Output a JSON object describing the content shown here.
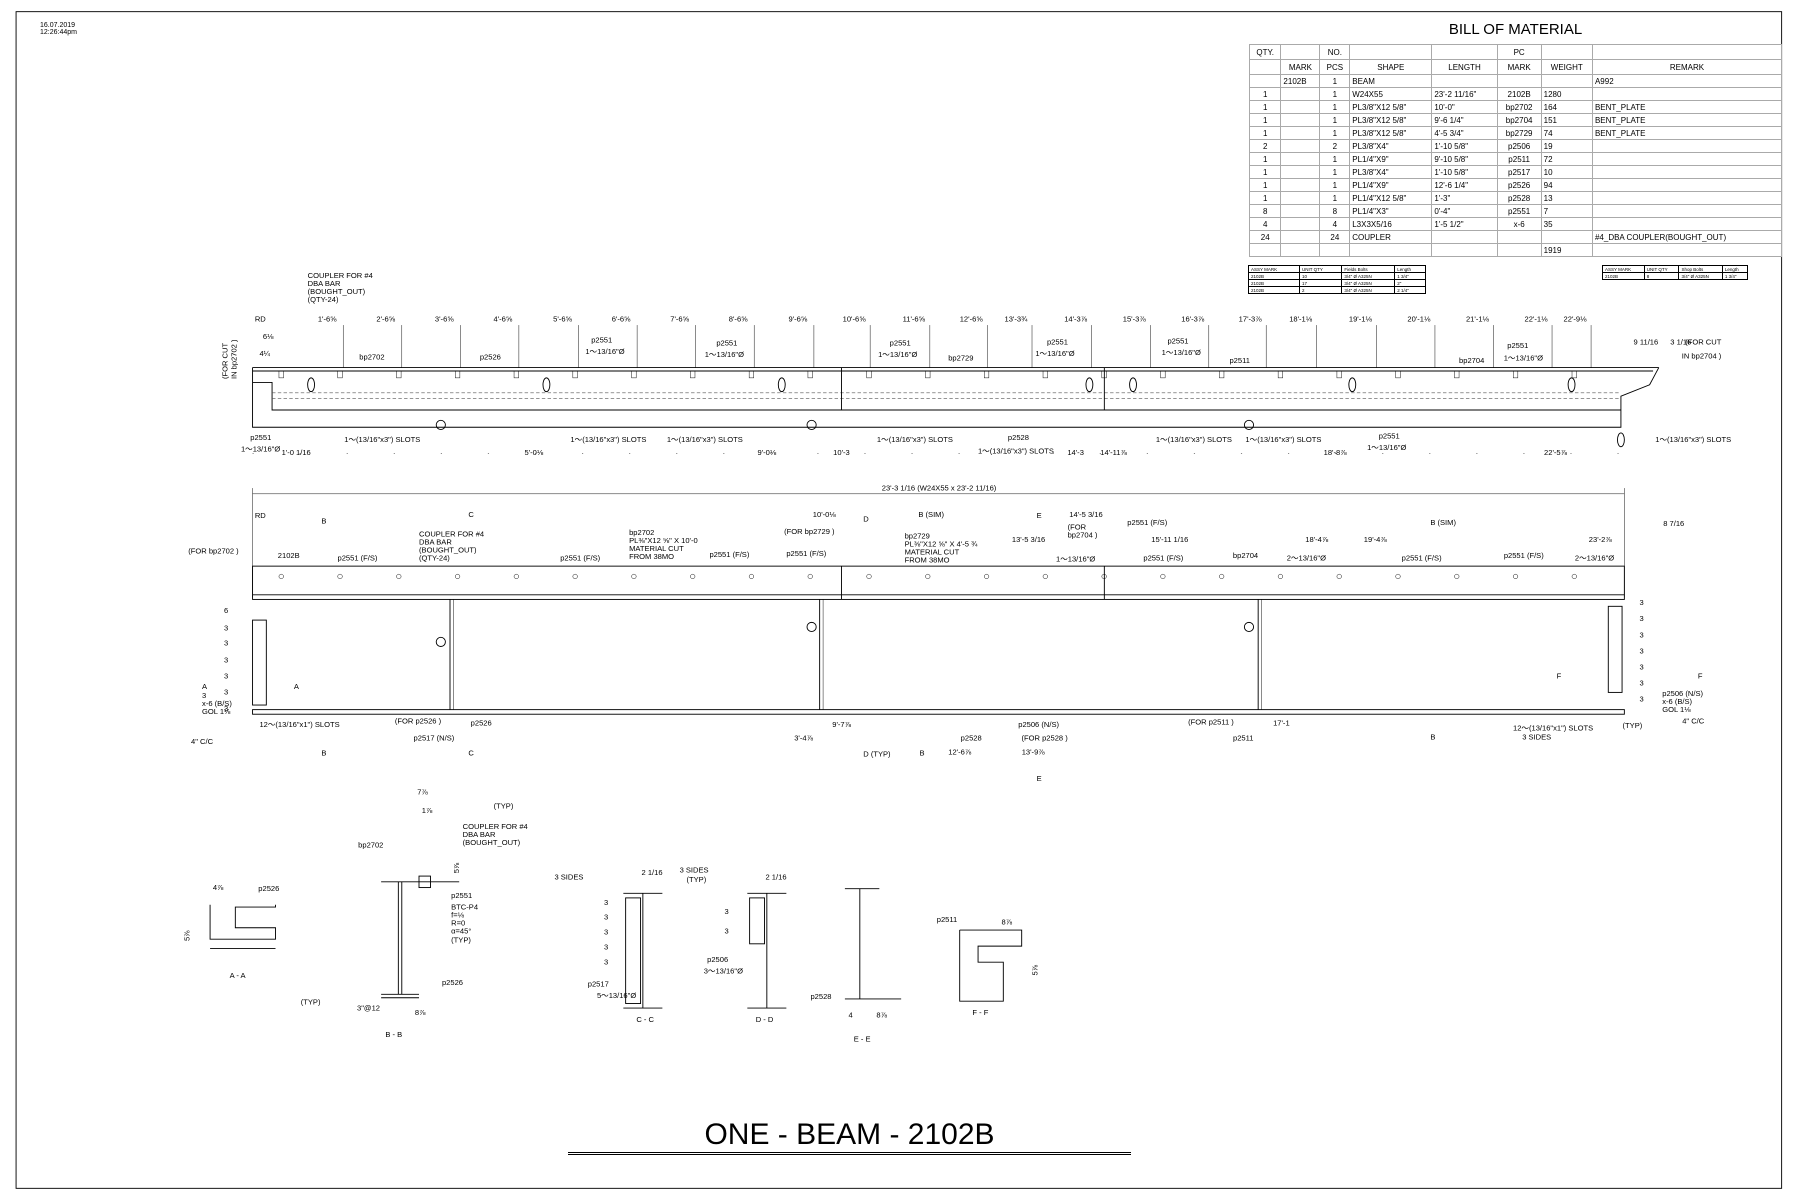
{
  "header": {
    "date": "16.07.2019",
    "time": "12:26:44pm"
  },
  "bom": {
    "title": "BILL OF MATERIAL",
    "headers_top": [
      "QTY.",
      "",
      "NO.",
      "",
      "",
      "PC",
      "",
      ""
    ],
    "headers": [
      "",
      "MARK",
      "PCS",
      "SHAPE",
      "LENGTH",
      "MARK",
      "WEIGHT",
      "REMARK"
    ],
    "rows": [
      [
        "",
        "2102B",
        "1",
        "BEAM",
        "",
        "",
        "",
        "A992"
      ],
      [
        "1",
        "",
        "1",
        "W24X55",
        "23'-2 11/16\"",
        "2102B",
        "1280",
        ""
      ],
      [
        "1",
        "",
        "1",
        "PL3/8\"X12 5/8\"",
        "10'-0\"",
        "bp2702",
        "164",
        "BENT_PLATE"
      ],
      [
        "1",
        "",
        "1",
        "PL3/8\"X12 5/8\"",
        "9'-6 1/4\"",
        "bp2704",
        "151",
        "BENT_PLATE"
      ],
      [
        "1",
        "",
        "1",
        "PL3/8\"X12 5/8\"",
        "4'-5 3/4\"",
        "bp2729",
        "74",
        "BENT_PLATE"
      ],
      [
        "2",
        "",
        "2",
        "PL3/8\"X4\"",
        "1'-10 5/8\"",
        "p2506",
        "19",
        ""
      ],
      [
        "1",
        "",
        "1",
        "PL1/4\"X9\"",
        "9'-10 5/8\"",
        "p2511",
        "72",
        ""
      ],
      [
        "1",
        "",
        "1",
        "PL3/8\"X4\"",
        "1'-10 5/8\"",
        "p2517",
        "10",
        ""
      ],
      [
        "1",
        "",
        "1",
        "PL1/4\"X9\"",
        "12'-6 1/4\"",
        "p2526",
        "94",
        ""
      ],
      [
        "1",
        "",
        "1",
        "PL1/4\"X12 5/8\"",
        "1'-3\"",
        "p2528",
        "13",
        ""
      ],
      [
        "8",
        "",
        "8",
        "PL1/4\"X3\"",
        "0'-4\"",
        "p2551",
        "7",
        ""
      ],
      [
        "4",
        "",
        "4",
        "L3X3X5/16",
        "1'-5 1/2\"",
        "x-6",
        "35",
        ""
      ],
      [
        "24",
        "",
        "24",
        "COUPLER",
        "",
        "",
        "",
        "#4_DBA COUPLER(BOUGHT_OUT)"
      ]
    ],
    "total_weight": "1919"
  },
  "field_bolts": {
    "headers": [
      "ASSY MARK",
      "UNIT QTY",
      "Fields Bolts",
      "Length"
    ],
    "rows": [
      [
        "2102B",
        "10",
        "3/4\"  Ø A325N",
        "1 3/4\""
      ],
      [
        "2102B",
        "17",
        "3/4\"  Ø A325N",
        "2\""
      ],
      [
        "2102B",
        "2",
        "3/4\"  Ø A325N",
        "2 1/4\""
      ]
    ]
  },
  "shop_bolts": {
    "headers": [
      "ASSY MARK",
      "UNIT QTY",
      "Shop Bolts",
      "Length"
    ],
    "rows": [
      [
        "2102B",
        "8",
        "3/4\"  Ø A325N",
        "1 3/4\""
      ]
    ]
  },
  "top_view": [
    "RD",
    "1'-6⅝",
    "2'-6⅝",
    "3'-6⅝",
    "4'-6⅝",
    "5'-6⅝",
    "6'-6⅝",
    "7'-6⅝",
    "8'-6⅝",
    "9'-6⅝",
    "10'-6⅝",
    "11'-6⅝",
    "12'-6⅝",
    "13'-3¾",
    "14'-3⅞",
    "15'-3⅞",
    "16'-3⅞",
    "17'-3⅞",
    "18'-1⅛",
    "19'-1⅛",
    "20'-1⅛",
    "21'-1⅛",
    "22'-1⅛",
    "22'-9⅛",
    "6⅛",
    "4¼",
    "(FOR CUT",
    "IN bp2702 )",
    "COUPLER FOR #4",
    "DBA BAR",
    "(BOUGHT_OUT)",
    "(QTY-24)",
    "bp2702",
    "p2526",
    "bp2729",
    "p2511",
    "bp2704",
    "p2551",
    "p2551",
    "p2551",
    "p2551",
    "p2551",
    "p2551",
    "p2551",
    "p2551",
    "1～13/16\"Ø",
    "1～13/16\"Ø",
    "1～13/16\"Ø",
    "1～13/16\"Ø",
    "1～13/16\"Ø",
    "1～13/16\"Ø",
    "1～13/16\"Ø",
    "1～13/16\"Ø",
    "1～(13/16\"x3\") SLOTS",
    "1～(13/16\"x3\") SLOTS",
    "1～(13/16\"x3\") SLOTS",
    "1～(13/16\"x3\") SLOTS",
    "1～(13/16\"x3\") SLOTS",
    "1～(13/16\"x3\") SLOTS",
    "1～(13/16\"x3\") SLOTS",
    "1～(13/16\"x3\") SLOTS",
    "1'-0 1/16",
    "5'-0⅛",
    "9'-0⅛",
    "10'-3",
    "14'-3",
    "14'-11⅞",
    "18'-8⅞",
    "22'-5⅞",
    "p2528",
    "9 11/16",
    "3 1/16",
    "(FOR CUT",
    "IN bp2704 )"
  ],
  "elevation": [
    "23'-3 1/16 (W24X55 x 23'-2 11/16)",
    "RD",
    "B",
    "C",
    "D",
    "B (SIM)",
    "E",
    "B (SIM)",
    "A",
    "A",
    "B",
    "C",
    "D (TYP)",
    "B",
    "E",
    "F",
    "F",
    "B",
    "10'-0⅛",
    "(FOR bp2729 )",
    "14'-5 3/16",
    "(FOR",
    "bp2704 )",
    "13'-5 3/16",
    "15'-11 1/16",
    "18'-4⅞",
    "19'-4⅞",
    "23'-2⅞",
    "8 7/16",
    "(FOR bp2702 )",
    "2102B",
    "p2551 (F/S)",
    "COUPLER FOR #4",
    "DBA BAR",
    "(BOUGHT_OUT)",
    "(QTY-24)",
    "p2551 (F/S)",
    "bp2702",
    "PL⅜\"X12 ⅝\" X 10'-0",
    "MATERIAL CUT",
    "FROM 38MO",
    "p2551 (F/S)",
    "p2551 (F/S)",
    "bp2729",
    "PL⅜\"X12 ⅝\" X 4'-5 ¾",
    "MATERIAL CUT",
    "FROM 38MO",
    "1～13/16\"Ø",
    "p2551 (F/S)",
    "p2551 (F/S)",
    "bp2704",
    "2～13/16\"Ø",
    "p2551 (F/S)",
    "p2551 (F/S)",
    "2～13/16\"Ø",
    "6",
    "3",
    "3",
    "3",
    "3",
    "3",
    "3",
    "3",
    "3",
    "3",
    "3",
    "3",
    "3",
    "3",
    "3",
    "x-6 (B/S)",
    "GOL 1⅛",
    "4\" C/C",
    "12～(13/16\"x1\") SLOTS",
    "(FOR p2526 )",
    "p2526",
    "p2517 (N/S)",
    "3'-4⅞",
    "9'-7⅞",
    "p2506 (N/S)",
    "p2528",
    "12'-6⅞",
    "(FOR p2528 )",
    "13'-9⅞",
    "(FOR p2511 )",
    "p2511",
    "17'-1",
    "p2506 (N/S)",
    "x-6 (B/S)",
    "GOL 1⅛",
    "4\" C/C",
    "12～(13/16\"x1\") SLOTS",
    "3 SIDES",
    "(TYP)",
    "4⅞"
  ],
  "sections": [
    "4⅞",
    "p2526",
    "5⅞",
    "A - A",
    "7⅞",
    "1⅞",
    "(TYP)",
    "COUPLER FOR #4",
    "DBA BAR",
    "(BOUGHT_OUT)",
    "bp2702",
    "5⅞",
    "p2551",
    "BTC-P4",
    "f=⅛",
    "R=0",
    "α=45°",
    "(TYP)",
    "p2526",
    "(TYP)",
    "3\"@12",
    "8⅞",
    "B - B",
    "3 SIDES",
    "2 1/16",
    "3",
    "3",
    "3",
    "3",
    "3",
    "p2517",
    "5～13/16\"Ø",
    "C - C",
    "3 SIDES",
    "(TYP)",
    "2 1/16",
    "3",
    "3",
    "p2506",
    "3～13/16\"Ø",
    "D - D",
    "p2528",
    "4",
    "8⅞",
    "E - E",
    "p2511",
    "8⅞",
    "5⅞",
    "F - F"
  ],
  "title": "ONE - BEAM - 2102B"
}
